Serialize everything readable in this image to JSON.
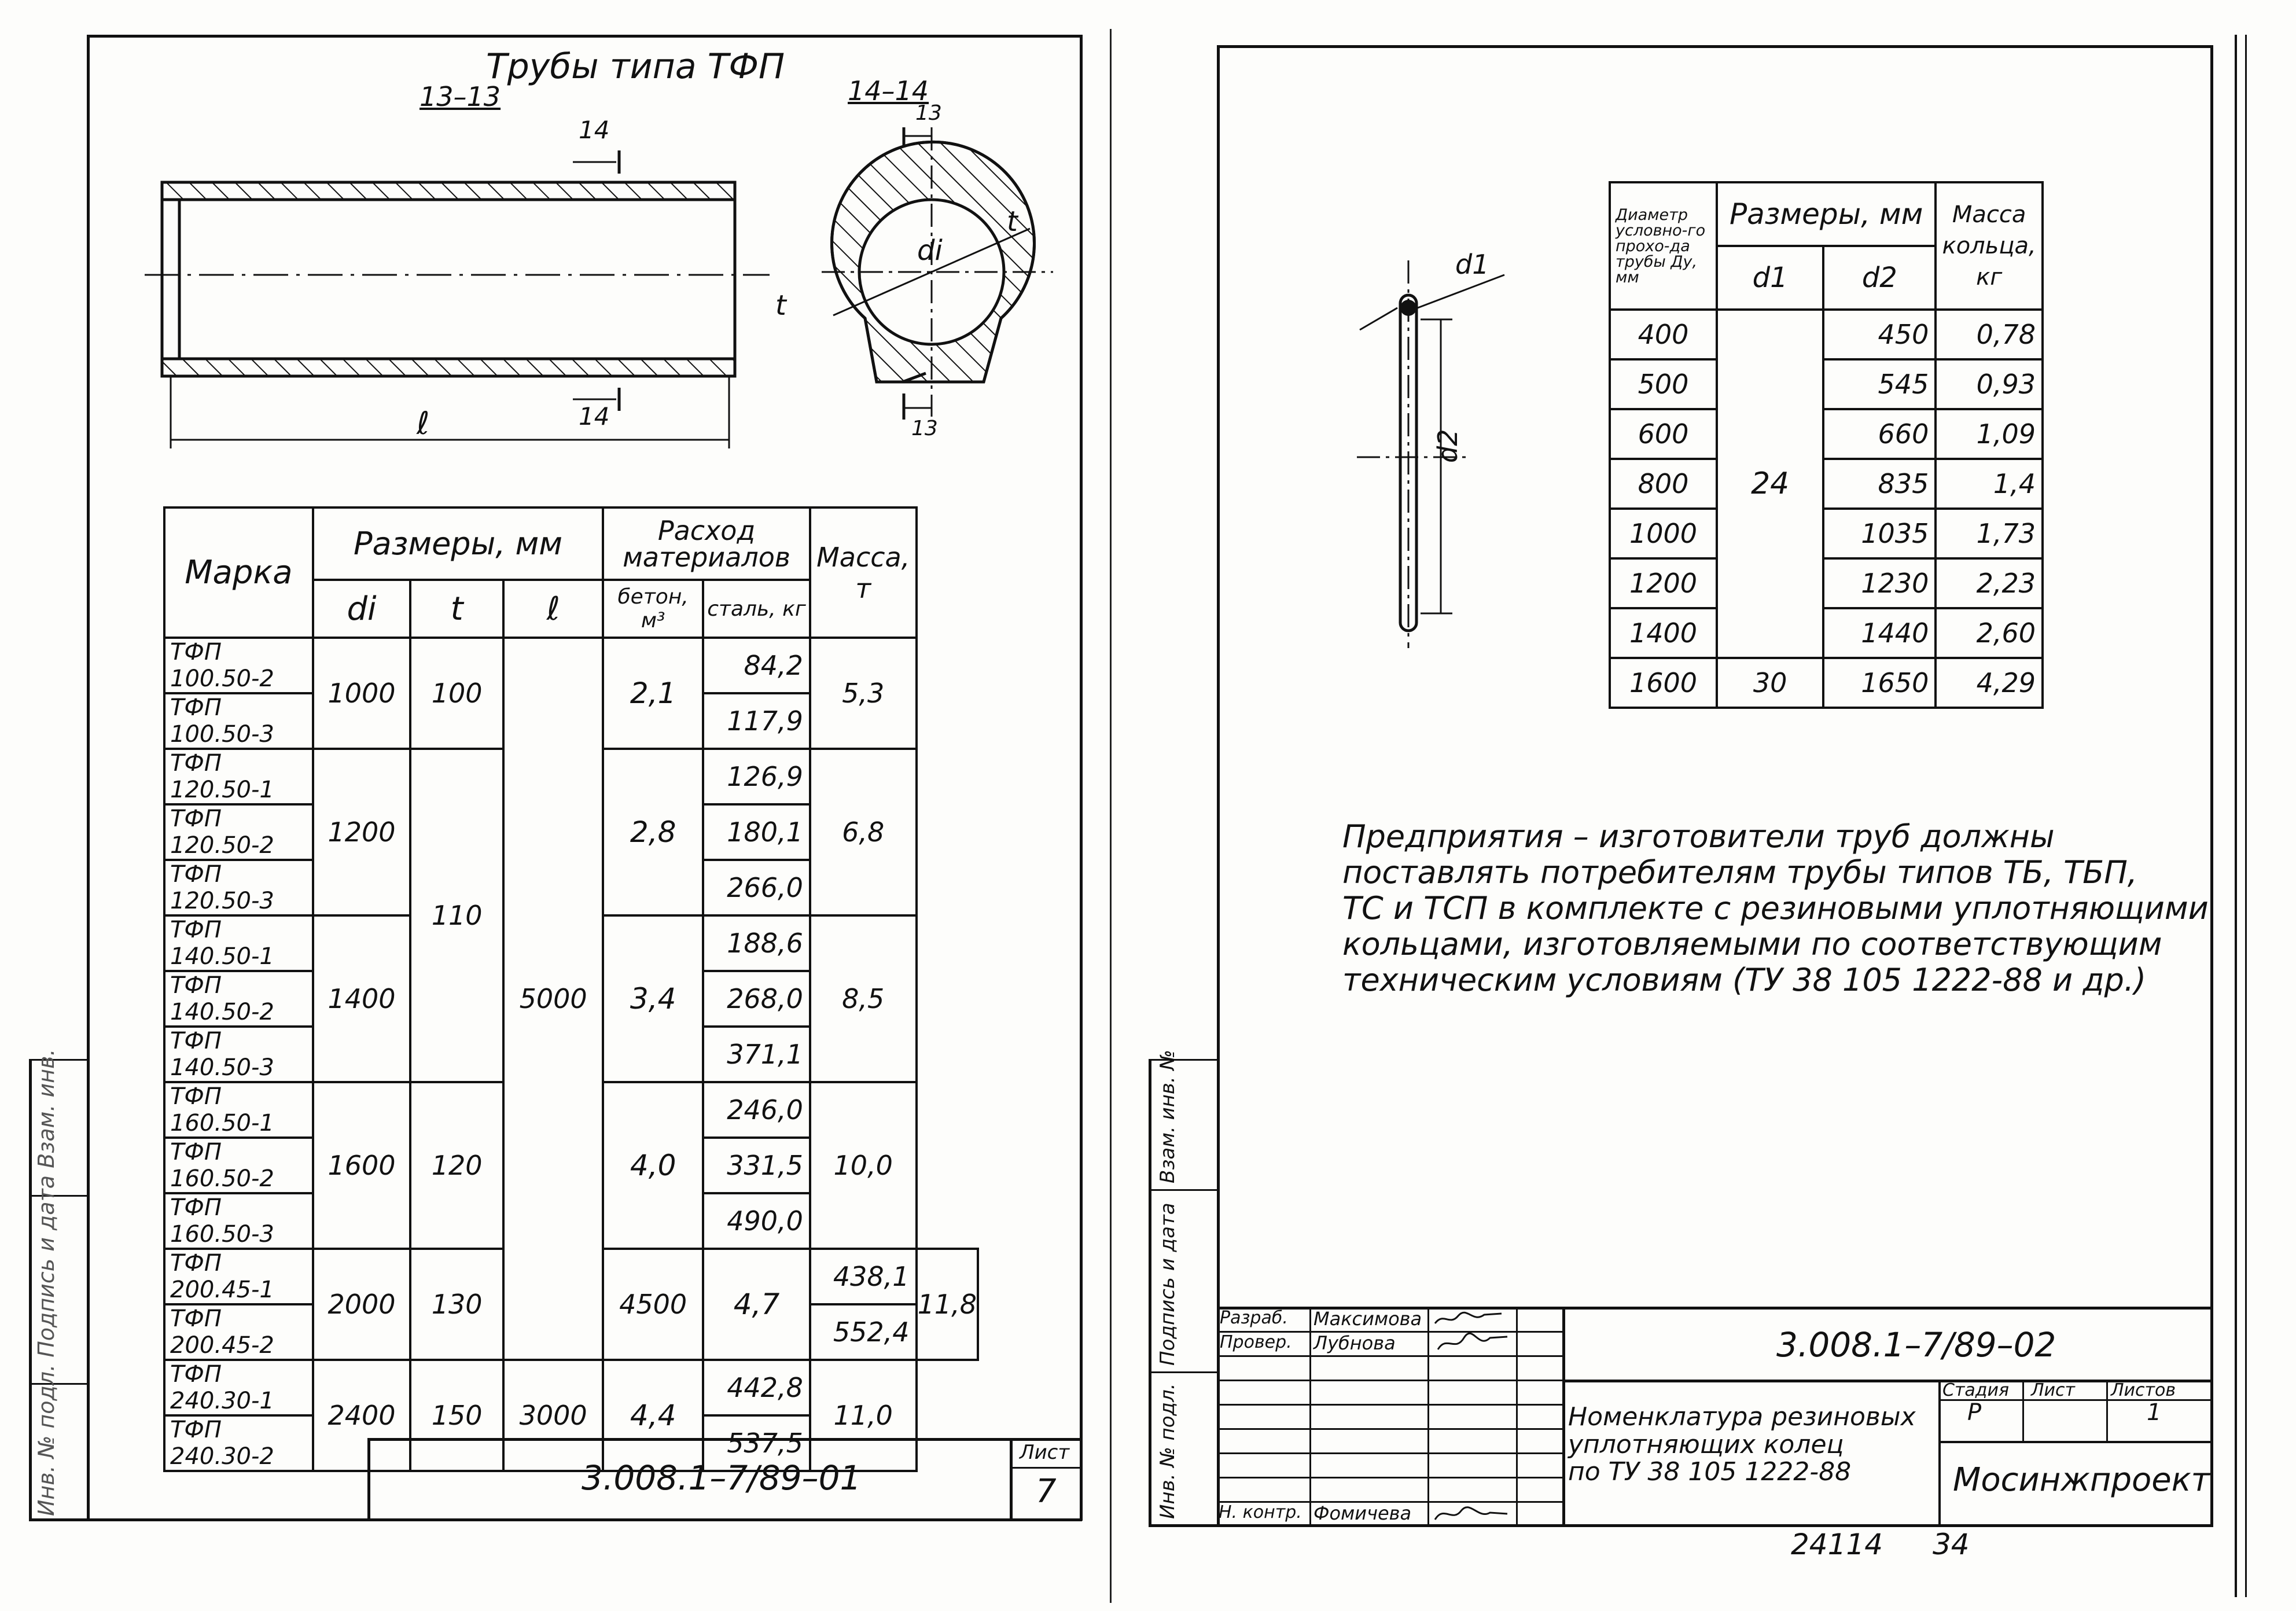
{
  "left_sheet": {
    "drawing_title": "Трубы типа ТФП",
    "section_long": "13–13",
    "section_cross": "14–14",
    "cut_marks": {
      "top_right": "14",
      "bottom_right": "14",
      "cross_top": "13",
      "cross_bottom": "13"
    },
    "dimension_length": "ℓ",
    "dim_di": "di",
    "dim_t": "t",
    "table": {
      "header": {
        "marka": "Марка",
        "razmery": "Размеры, мм",
        "rashod": "Расход материалов",
        "massa": "Масса, т",
        "di": "di",
        "t": "t",
        "l": "ℓ",
        "beton": "бетон, м³",
        "stal": "сталь, кг"
      },
      "groups": [
        {
          "rows": [
            "ТФП 100.50-2",
            "ТФП 100.50-3"
          ],
          "di": "1000",
          "t": "100",
          "beton": "2,1",
          "stal": [
            "84,2",
            "117,9"
          ],
          "massa": "5,3"
        },
        {
          "rows": [
            "ТФП 120.50-1",
            "ТФП 120.50-2",
            "ТФП 120.50-3"
          ],
          "di": "1200",
          "beton": "2,8",
          "stal": [
            "126,9",
            "180,1",
            "266,0"
          ],
          "massa": "6,8"
        },
        {
          "rows": [
            "ТФП 140.50-1",
            "ТФП 140.50-2",
            "ТФП 140.50-3"
          ],
          "di": "1400",
          "beton": "3,4",
          "stal": [
            "188,6",
            "268,0",
            "371,1"
          ],
          "massa": "8,5"
        },
        {
          "rows": [
            "ТФП 160.50-1",
            "ТФП 160.50-2",
            "ТФП 160.50-3"
          ],
          "di": "1600",
          "t": "120",
          "beton": "4,0",
          "stal": [
            "246,0",
            "331,5",
            "490,0"
          ],
          "massa": "10,0"
        },
        {
          "rows": [
            "ТФП 200.45-1",
            "ТФП 200.45-2"
          ],
          "di": "2000",
          "t": "130",
          "l": "4500",
          "beton": "4,7",
          "stal": [
            "438,1",
            "552,4"
          ],
          "massa": "11,8"
        },
        {
          "rows": [
            "ТФП 240.30-1",
            "ТФП 240.30-2"
          ],
          "di": "2400",
          "t": "150",
          "l": "3000",
          "beton": "4,4",
          "stal": [
            "442,8",
            "537,5"
          ],
          "massa": "11,0"
        }
      ],
      "t_shared_120_140": "110",
      "l_shared": "5000"
    },
    "stamp_code": "3.008.1–7/89–01",
    "list_label": "Лист",
    "list_no": "7",
    "side_label": "Инв. № подл.   Подпись и дата   Взам. инв."
  },
  "right_sheet": {
    "ring_labels": {
      "d1": "d1",
      "d2": "d2"
    },
    "ring_table": {
      "header": {
        "diam": "Диаметр условно-го прохо-да трубы Ду, мм",
        "razmery": "Размеры, мм",
        "massa": "Масса кольца, кг",
        "d1": "d1",
        "d2": "d2"
      },
      "rows": [
        {
          "du": "400",
          "d2": "450",
          "m": "0,78"
        },
        {
          "du": "500",
          "d2": "545",
          "m": "0,93"
        },
        {
          "du": "600",
          "d2": "660",
          "m": "1,09"
        },
        {
          "du": "800",
          "d2": "835",
          "m": "1,4"
        },
        {
          "du": "1000",
          "d2": "1035",
          "m": "1,73"
        },
        {
          "du": "1200",
          "d2": "1230",
          "m": "2,23"
        },
        {
          "du": "1400",
          "d2": "1440",
          "m": "2,60"
        },
        {
          "du": "1600",
          "d2": "1650",
          "m": "4,29"
        }
      ],
      "d1_main": "24",
      "d1_last": "30"
    },
    "note_lines": [
      "Предприятия – изготовители труб должны",
      "поставлять потребителям трубы типов ТБ, ТБП,",
      "ТС и ТСП в комплекте с резиновыми уплотняющими",
      "кольцами, изготовляемыми по соответствующим",
      "техническим условиям (ТУ 38 105 1222-88 и др.)"
    ],
    "stamp": {
      "razrab_label": "Разраб.",
      "razrab_name": "Максимова",
      "prover_label": "Провер.",
      "prover_name": "Лубнова",
      "nkontr_label": "Н. контр.",
      "nkontr_name": "Фомичева",
      "code": "3.008.1–7/89–02",
      "title_lines": [
        "Номенклатура резиновых",
        "уплотняющих колец",
        "по ТУ 38 105 1222-88"
      ],
      "stadia_label": "Стадия",
      "list_label": "Лист",
      "listov_label": "Листов",
      "stadia": "Р",
      "listov": "1",
      "org": "Мосинжпроект"
    },
    "side_labels": [
      "Инв. № подл.",
      "Подпись и дата",
      "Взам. инв. №"
    ],
    "footer_left": "24114",
    "footer_right": "34"
  }
}
